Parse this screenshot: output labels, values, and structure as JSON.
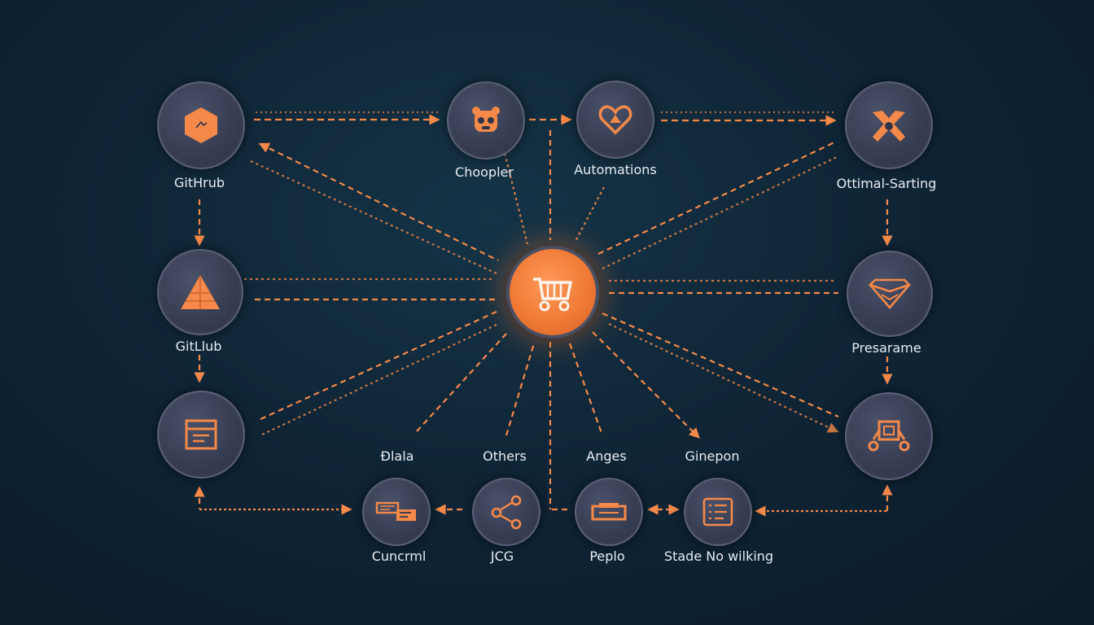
{
  "colors": {
    "accent": "#f4894a",
    "hub": "#f07a35",
    "node_fill": "#3a4056",
    "label": "#e8ecf2"
  },
  "nodes": [
    {
      "id": "github",
      "label": "GitHrub",
      "icon": "hexagon-icon"
    },
    {
      "id": "choopler",
      "label": "Choopler",
      "icon": "bear-icon"
    },
    {
      "id": "automations",
      "label": "Automations",
      "icon": "heart-icon"
    },
    {
      "id": "ottimal",
      "label": "Ottimal-Sarting",
      "icon": "crossed-tools-icon"
    },
    {
      "id": "gitlub",
      "label": "GitLlub",
      "icon": "pyramid-icon"
    },
    {
      "id": "presarame",
      "label": "Presarame",
      "icon": "layers-icon"
    },
    {
      "id": "diala",
      "label": "Đlala",
      "icon": "window-icon"
    },
    {
      "id": "others",
      "label": "Others",
      "icon": ""
    },
    {
      "id": "anges",
      "label": "Anges",
      "icon": ""
    },
    {
      "id": "ginepon",
      "label": "Ginepon",
      "icon": "robot-icon"
    },
    {
      "id": "cuncrml",
      "label": "Cuncrml",
      "icon": "flag-icon"
    },
    {
      "id": "jcg",
      "label": "JCG",
      "icon": "share-icon"
    },
    {
      "id": "peplo",
      "label": "Peplo",
      "icon": "printer-icon"
    },
    {
      "id": "stade",
      "label": "Stade No wilking",
      "icon": "list-icon"
    },
    {
      "id": "hub",
      "label": "",
      "icon": "cart-icon"
    }
  ]
}
